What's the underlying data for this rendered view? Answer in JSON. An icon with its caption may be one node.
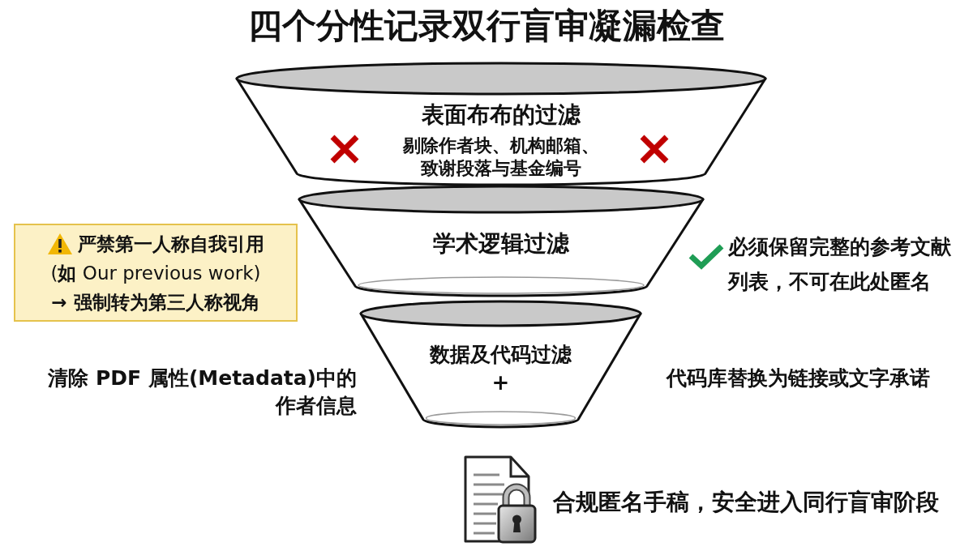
{
  "diagram": {
    "title": "四个分性记录双行盲审凝漏检查",
    "nodes": [
      {
        "text": [
          "表面布布的过滤",
          "剔除作者块、机构邮箱、致谢段落与基金编号"
        ]
      },
      {
        "text": [
          "学术逻辑过滤"
        ]
      },
      {
        "text": [
          "严禁第一人称自我引用",
          "(**如** Our previous work)",
          "→ 强制转为第三人称视角"
        ]
      },
      {
        "text": [
          "数据及代码过滤",
          "+"
        ]
      }
    ],
    "labels": [
      "必须保留完整的参考文献列表，不可在此处匿名",
      "清除 PDF 属性(Metadata)中的作者信息",
      "代码库替换为链接或文字承诺",
      "合规匿名手稿，安全进入同行盲审阶段"
    ]
  }
}
